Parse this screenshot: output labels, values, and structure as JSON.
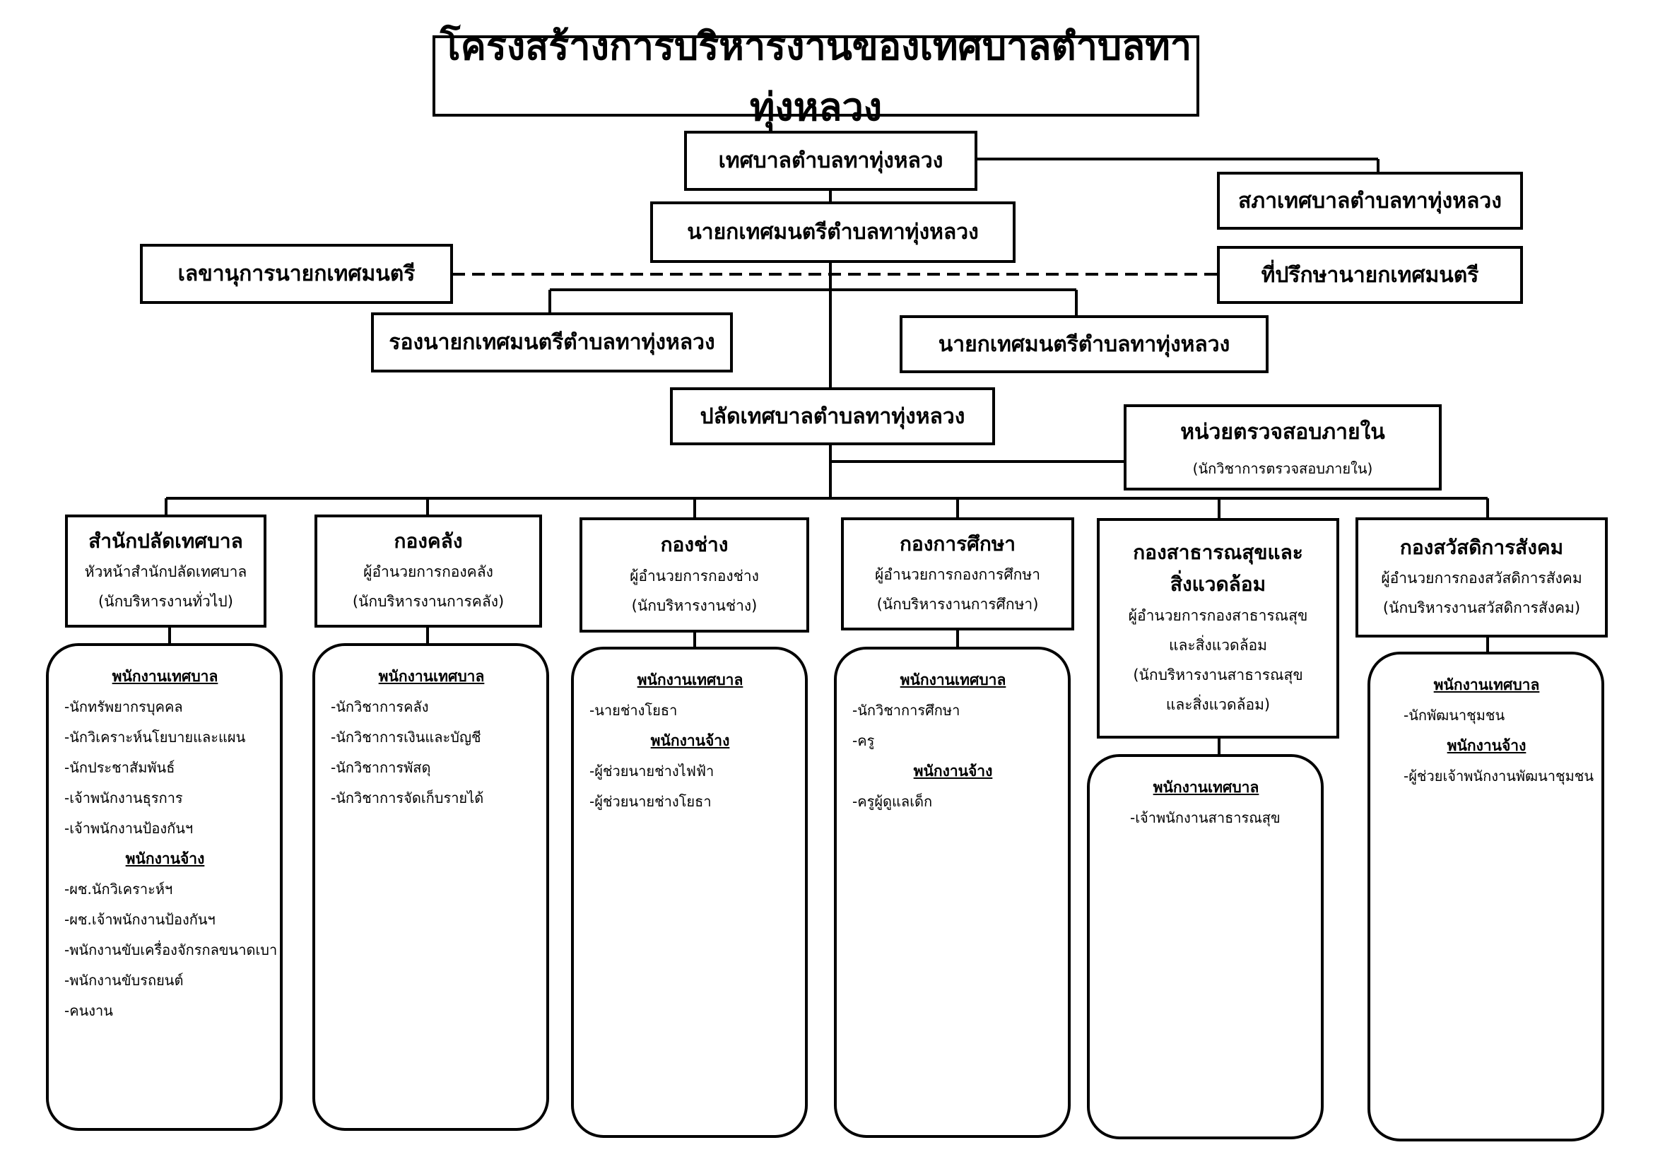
{
  "title": "โครงสร้างการบริหารงานของเทศบาลตำบลทาทุ่งหลวง",
  "top": {
    "municipality": "เทศบาลตำบลทาทุ่งหลวง",
    "council": "สภาเทศบาลตำบลทาทุ่งหลวง",
    "mayor": "นายกเทศมนตรีตำบลทาทุ่งหลวง",
    "secretary": "เลขานุการนายกเทศมนตรี",
    "advisor": "ที่ปรึกษานายกเทศมนตรี",
    "deputy_left": "รองนายกเทศมนตรีตำบลทาทุ่งหลวง",
    "deputy_right": "นายกเทศมนตรีตำบลทาทุ่งหลวง",
    "clerk": "ปลัดเทศบาลตำบลทาทุ่งหลวง",
    "audit": {
      "name": "หน่วยตรวจสอบภายใน",
      "sub": "(นักวิชาการตรวจสอบภายใน)"
    }
  },
  "departments": [
    {
      "name": "สำนักปลัดเทศบาล",
      "sub1": "หัวหน้าสำนักปลัดเทศบาล",
      "sub2": "(นักบริหารงานทั่วไป)",
      "staff": {
        "h1": "พนักงานเทศบาล",
        "items1": [
          "-นักทรัพยากรบุคคล",
          "-นักวิเคราะห์นโยบายและแผน",
          "-นักประชาสัมพันธ์",
          "-เจ้าพนักงานธุรการ",
          "-เจ้าพนักงานป้องกันฯ"
        ],
        "h2": "พนักงานจ้าง",
        "items2": [
          "-ผช.นักวิเคราะห์ฯ",
          "-ผช.เจ้าพนักงานป้องกันฯ",
          "-พนักงานขับเครื่องจักรกลขนาดเบา",
          "-พนักงานขับรถยนต์",
          "-คนงาน"
        ]
      }
    },
    {
      "name": "กองคลัง",
      "sub1": "ผู้อำนวยการกองคลัง",
      "sub2": "(นักบริหารงานการคลัง)",
      "staff": {
        "h1": "พนักงานเทศบาล",
        "items1": [
          "-นักวิชาการคลัง",
          "-นักวิชาการเงินและบัญชี",
          "-นักวิชาการพัสดุ",
          "-นักวิชาการจัดเก็บรายได้"
        ]
      }
    },
    {
      "name": "กองช่าง",
      "sub1": "ผู้อำนวยการกองช่าง",
      "sub2": "(นักบริหารงานช่าง)",
      "staff": {
        "h1": "พนักงานเทศบาล",
        "items1": [
          "-นายช่างโยธา"
        ],
        "h2": "พนักงานจ้าง",
        "items2": [
          "-ผู้ช่วยนายช่างไฟฟ้า",
          "-ผู้ช่วยนายช่างโยธา"
        ]
      }
    },
    {
      "name": "กองการศึกษา",
      "sub1": "ผู้อำนวยการกองการศึกษา",
      "sub2": "(นักบริหารงานการศึกษา)",
      "staff": {
        "h1": "พนักงานเทศบาล",
        "items1": [
          "-นักวิชาการศึกษา",
          "-ครู"
        ],
        "h2": "พนักงานจ้าง",
        "items2": [
          "-ครูผู้ดูแลเด็ก"
        ]
      }
    },
    {
      "name1": "กองสาธารณสุขและ",
      "name2": "สิ่งแวดล้อม",
      "sub1": "ผู้อำนวยการกองสาธารณสุข",
      "sub2": "และสิ่งแวดล้อม",
      "sub3": "(นักบริหารงานสาธารณสุข",
      "sub4": "และสิ่งแวดล้อม)",
      "staff": {
        "h1": "พนักงานเทศบาล",
        "items1": [
          "-เจ้าพนักงานสาธารณสุข"
        ]
      }
    },
    {
      "name": "กองสวัสดิการสังคม",
      "sub1": "ผู้อำนวยการกองสวัสดิการสังคม",
      "sub2": "(นักบริหารงานสวัสดิการสังคม)",
      "staff": {
        "h1": "พนักงานเทศบาล",
        "items1": [
          "-นักพัฒนาชุมชน"
        ],
        "h2": "พนักงานจ้าง",
        "items2": [
          "-ผู้ช่วยเจ้าพนักงานพัฒนาชุมชน"
        ]
      }
    }
  ]
}
